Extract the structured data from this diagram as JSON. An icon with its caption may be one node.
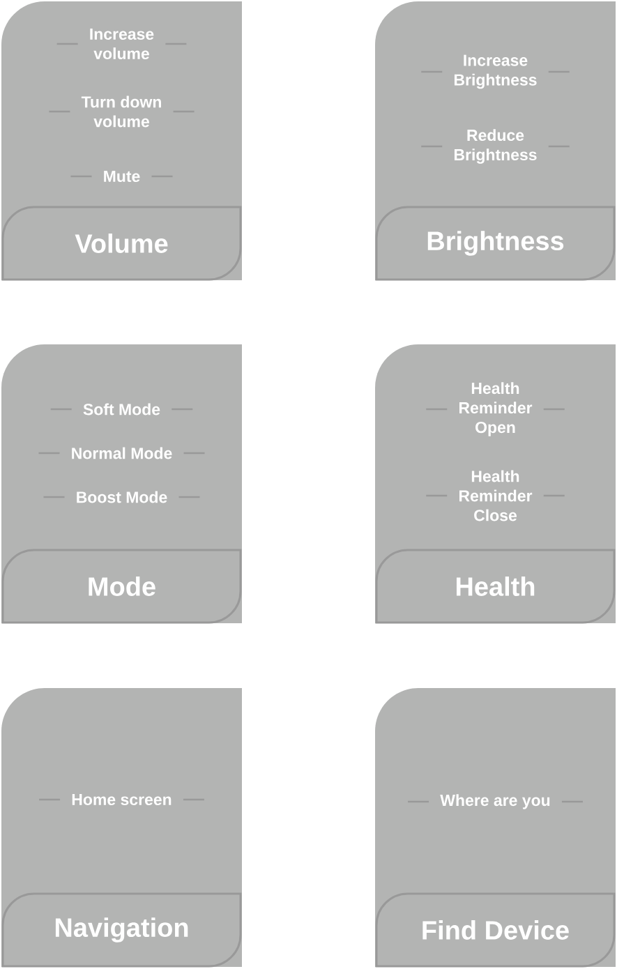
{
  "diagram": {
    "nodes": [
      {
        "text": [
          "Increase volume",
          "Turn down volume",
          "Mute"
        ]
      },
      {
        "text": [
          "Volume"
        ],
        "in": 0
      },
      {
        "text": [
          "Increase Brightness",
          "Reduce Brightness"
        ]
      },
      {
        "text": [
          "Brightness"
        ],
        "in": 2
      },
      {
        "text": [
          "Soft Mode",
          "Normal Mode",
          "Boost Mode"
        ]
      },
      {
        "text": [
          "Mode"
        ],
        "in": 4
      },
      {
        "text": [
          "Health Reminder Open",
          "Health Reminder Close"
        ]
      },
      {
        "text": [
          "Health"
        ],
        "in": 6
      },
      {
        "text": [
          "Home screen"
        ]
      },
      {
        "text": [
          "Navigation"
        ],
        "in": 8
      },
      {
        "text": [
          "Where are you"
        ]
      },
      {
        "text": [
          "Find Device"
        ],
        "in": 10
      }
    ]
  }
}
